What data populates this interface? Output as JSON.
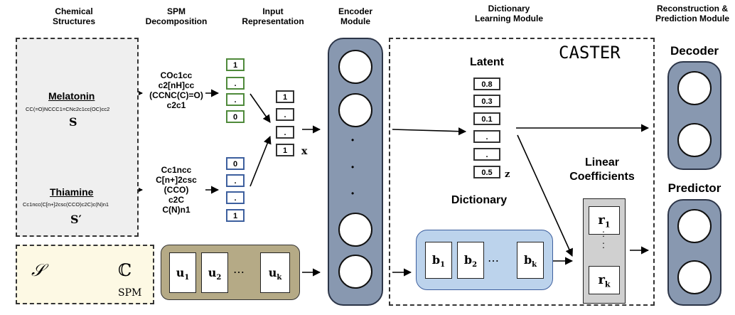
{
  "headers": {
    "chemical": "Chemical Structures",
    "spm": "SPM Decomposition",
    "input": "Input Representation",
    "encoder": "Encoder Module",
    "dictionary": "Dictionary Learning Module",
    "recon": "Reconstruction & Prediction Module"
  },
  "drug1": {
    "name": "Melatonin",
    "smiles": "CC(=O)NCCC1=CNc2c1cc(OC)cc2",
    "symbol": "S"
  },
  "drug2": {
    "name": "Thiamine",
    "smiles": "Cc1ncc(C[n+]2csc(CCO)c2C)c(N)n1",
    "symbol": "S′"
  },
  "spm1": [
    "COc1cc",
    "c2[nH]cc",
    "(CCNC(C)=O)",
    "c2c1"
  ],
  "spm2": [
    "Cc1ncc",
    "C[n+]2csc",
    "(CCO)",
    "c2C",
    "C(N)n1"
  ],
  "vec1": [
    "1",
    ".",
    ".",
    "0"
  ],
  "vec2": [
    "0",
    ".",
    ".",
    "1"
  ],
  "vecx": [
    "1",
    ".",
    ".",
    "1"
  ],
  "x_label": "x",
  "latent": {
    "title": "Latent",
    "values": [
      "0.8",
      "0.3",
      "0.1",
      ".",
      ".",
      "0.5"
    ],
    "label": "z"
  },
  "caster": "CASTER",
  "dict_title": "Dictionary",
  "linear": "Linear Coefficients",
  "decoder": "Decoder",
  "predictor": "Predictor",
  "spm_flow": {
    "s": "𝒮",
    "c": "ℂ",
    "caption": "SPM"
  },
  "u_items": [
    "u",
    "u",
    "u"
  ],
  "u_subs": [
    "1",
    "2",
    "k"
  ],
  "b_items": [
    "b",
    "b",
    "b"
  ],
  "b_subs": [
    "1",
    "2",
    "k"
  ],
  "r_items": [
    "r",
    "r"
  ],
  "r_subs": [
    "1",
    "k"
  ],
  "dots": "⋯",
  "vdot": "•",
  "rdot": ":"
}
